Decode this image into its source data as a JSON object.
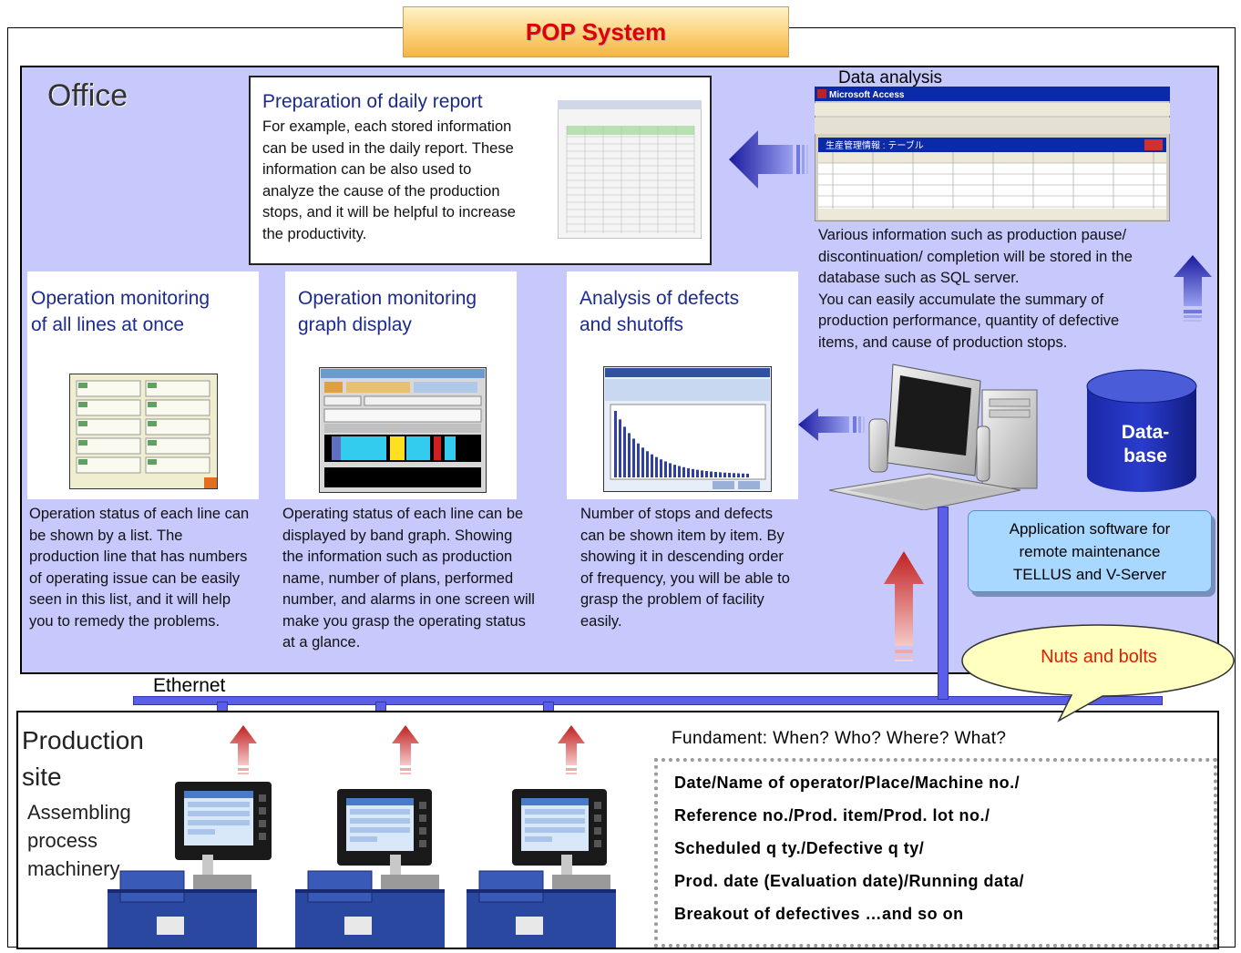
{
  "title": "POP System",
  "office": {
    "label": "Office",
    "daily_report": {
      "heading": "Preparation of daily report",
      "body": [
        "For example, each stored information",
        "can be used in the daily report. These",
        "information can be also used to",
        "analyze the cause of  the production",
        "stops, and it will be helpful to increase",
        "the productivity."
      ]
    },
    "data_analysis": {
      "label": "Data analysis",
      "window_title": "Microsoft Access",
      "table_title": "生産管理情報 : テーブル",
      "body": [
        "Various information such as production pause/",
        "discontinuation/ completion will be stored in the",
        "database such as SQL server.",
        "You can easily accumulate the summary of",
        "production performance, quantity of defective",
        "items, and cause of  production stops."
      ]
    },
    "panels": [
      {
        "heading": [
          "Operation monitoring",
          "of all lines at once"
        ],
        "body": [
          "Operation status of each line can",
          "be shown by a list. The",
          "production line that has numbers",
          "of operating issue can be easily",
          "seen in this list, and it will help",
          "you to remedy the problems."
        ]
      },
      {
        "heading": [
          "Operation monitoring",
          "graph display"
        ],
        "body": [
          "Operating status of each line can be",
          "displayed by band graph. Showing",
          "the information such as production",
          "name, number of plans, performed",
          "number, and alarms in one screen will",
          "make you grasp the operating status",
          "at a glance."
        ]
      },
      {
        "heading": [
          "Analysis of defects",
          "and shutoffs"
        ],
        "body": [
          "Number of stops and defects",
          "can be shown item by item. By",
          "showing it in descending order",
          "of frequency, you will be able to",
          "grasp the problem of facility",
          "easily."
        ]
      }
    ],
    "database": [
      "Data-",
      "base"
    ],
    "app_software": [
      "Application software for",
      "remote maintenance",
      "TELLUS and V-Server"
    ],
    "callout": "Nuts and bolts"
  },
  "network": {
    "label": "Ethernet"
  },
  "production": {
    "label": [
      "Production",
      "site"
    ],
    "machinery_label": [
      "Assembling",
      "process",
      "machinery"
    ],
    "fundament": "Fundament:  When? Who? Where? What?",
    "fields": [
      "Date/Name of operator/Place/Machine no./",
      "Reference no./Prod. item/Prod. lot no./",
      "Scheduled q ty./Defective q ty/",
      "Prod. date (Evaluation date)/Running data/",
      "Breakout of defectives …and so on"
    ]
  },
  "colors": {
    "title_text": "#e00000",
    "office_bg": "#c7c8fc",
    "heading_text": "#1c2a8c",
    "bus": "#5a5ee8",
    "database": "#1f2fb5",
    "callout_bg": "#ffffc0",
    "callout_text": "#e02000",
    "app_box_bg": "#a8d8ff"
  },
  "icons": [
    "arrow-left-icon",
    "arrow-up-icon",
    "desktop-computer-icon",
    "database-cylinder-icon",
    "touch-panel-icon",
    "molding-machine-icon"
  ]
}
